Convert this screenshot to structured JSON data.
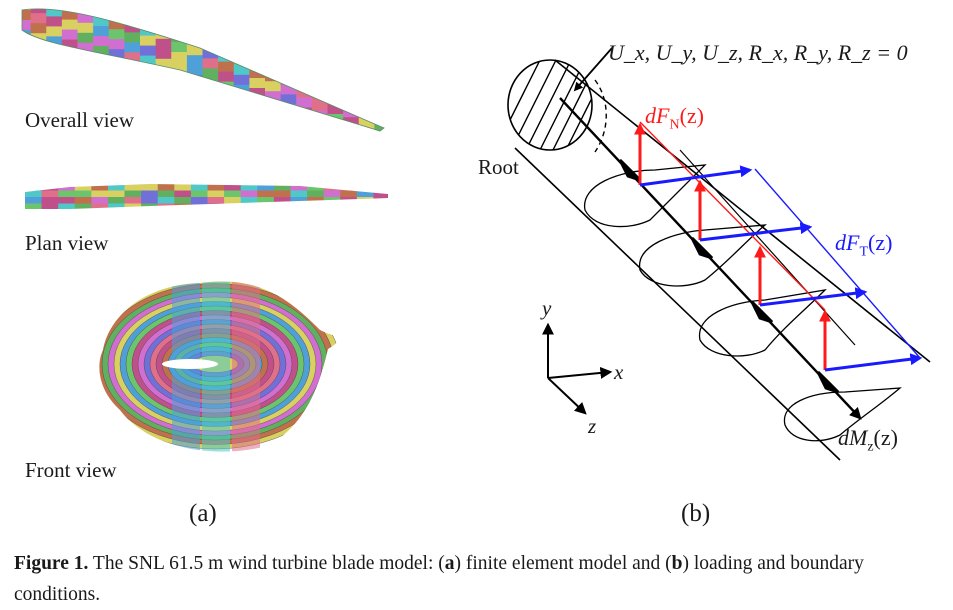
{
  "panel_a": {
    "label": "(a)",
    "views": [
      {
        "id": "overall",
        "label": "Overall view"
      },
      {
        "id": "plan",
        "label": "Plan view"
      },
      {
        "id": "front",
        "label": "Front view"
      }
    ],
    "mesh_colors": [
      "#c0508a",
      "#d06fd0",
      "#4fa0d8",
      "#6cc46c",
      "#d8d060",
      "#c0704c",
      "#50c8c8",
      "#7070d8",
      "#e0708a",
      "#60b060"
    ]
  },
  "panel_b": {
    "label": "(b)",
    "boundary_condition": "U_x, U_y, U_z, R_x, R_y, R_z = 0",
    "root_label": "Root",
    "normal_force": {
      "prefix": "dF",
      "sub": "N",
      "suffix": "(z)",
      "color": "#ff1a1a"
    },
    "tangential_force": {
      "prefix": "dF",
      "sub": "T",
      "suffix": "(z)",
      "color": "#1a1aff"
    },
    "moment": {
      "prefix": "dM",
      "sub": "z",
      "suffix": "(z)",
      "color": "#000000"
    },
    "axes": {
      "x": "x",
      "y": "y",
      "z": "z"
    }
  },
  "caption": {
    "figure_label": "Figure 1.",
    "text_1": " The SNL 61.5 m wind turbine blade model: (",
    "bold_a": "a",
    "text_2": ") finite element model and (",
    "bold_b": "b",
    "text_3": ") loading and boundary conditions."
  }
}
